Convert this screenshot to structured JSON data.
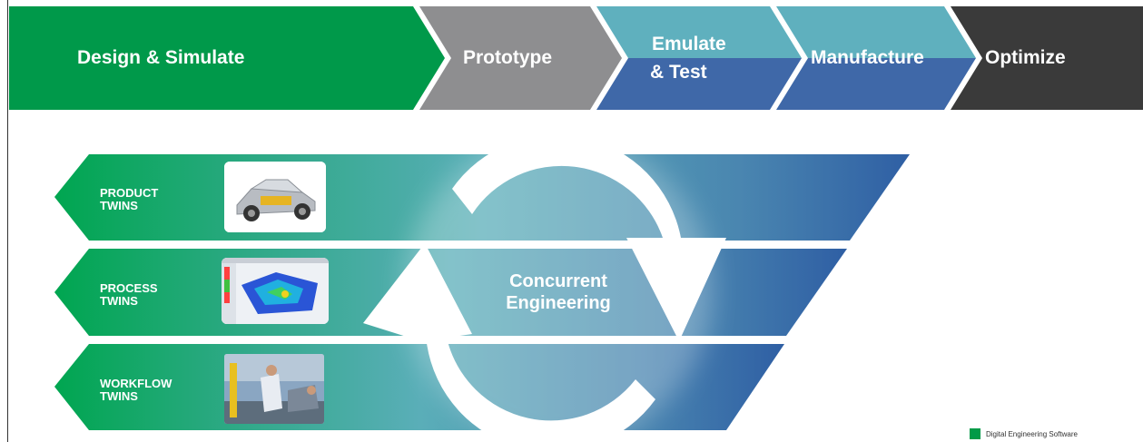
{
  "colors": {
    "green": "#00994a",
    "gray": "#8e8e90",
    "teal": "#5fb0be",
    "blue": "#3f68a8",
    "dark": "#3a3a3a",
    "legend_green": "#009a47"
  },
  "process_flow": {
    "stages": [
      {
        "id": "design",
        "label": "Design & Simulate"
      },
      {
        "id": "prototype",
        "label": "Prototype"
      },
      {
        "id": "emulate",
        "label_line1": "Emulate",
        "label_line2": "& Test"
      },
      {
        "id": "manufacture",
        "label": "Manufacture"
      },
      {
        "id": "optimize",
        "label": "Optimize"
      }
    ]
  },
  "twins": [
    {
      "line1": "PRODUCT",
      "line2": "TWINS",
      "image": "car-chassis-icon"
    },
    {
      "line1": "PROCESS",
      "line2": "TWINS",
      "image": "simulation-screen-icon"
    },
    {
      "line1": "WORKFLOW",
      "line2": "TWINS",
      "image": "factory-workers-icon"
    }
  ],
  "cycle": {
    "line1": "Concurrent",
    "line2": "Engineering"
  },
  "legend": {
    "label": "Digital Engineering Software"
  }
}
